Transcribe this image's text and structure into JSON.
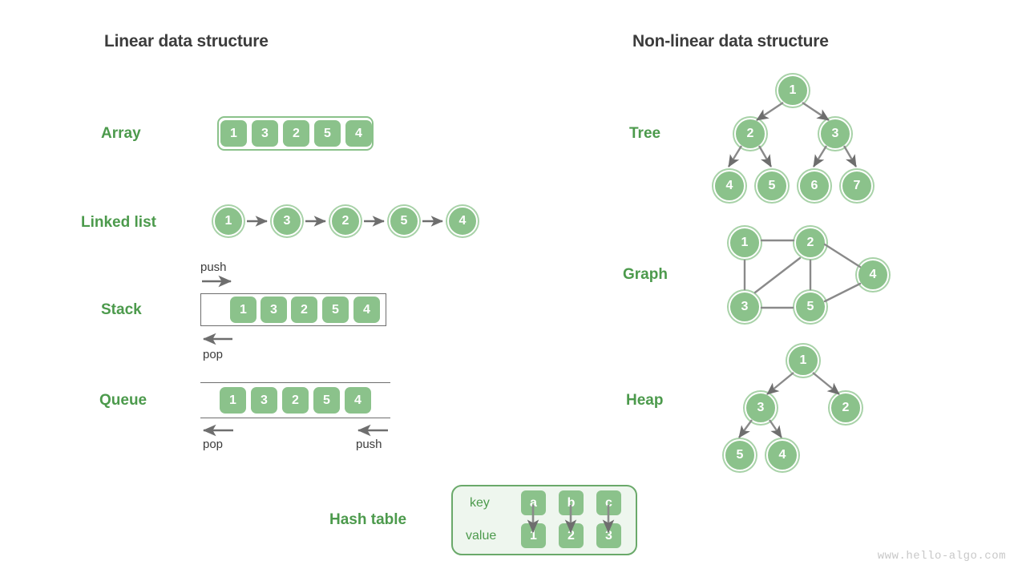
{
  "titles": {
    "linear": "Linear data structure",
    "nonlinear": "Non-linear data structure"
  },
  "colors": {
    "node_fill": "#8bc28b",
    "node_ring": "#a8d2a8",
    "label_green": "#4c9a4c",
    "panel_bg": "#eef6ee",
    "panel_border": "#6aa96a",
    "arrow_gray": "#6e6e6e",
    "title_dark": "#3c3c3c",
    "watermark_gray": "#c8c8c8"
  },
  "linear": {
    "array": {
      "label": "Array",
      "values": [
        "1",
        "3",
        "2",
        "5",
        "4"
      ]
    },
    "linked_list": {
      "label": "Linked list",
      "values": [
        "1",
        "3",
        "2",
        "5",
        "4"
      ]
    },
    "stack": {
      "label": "Stack",
      "values": [
        "1",
        "3",
        "2",
        "5",
        "4"
      ],
      "push_label": "push",
      "pop_label": "pop"
    },
    "queue": {
      "label": "Queue",
      "values": [
        "1",
        "3",
        "2",
        "5",
        "4"
      ],
      "pop_label": "pop",
      "push_label": "push"
    },
    "hash_table": {
      "label": "Hash table",
      "key_label": "key",
      "value_label": "value",
      "keys": [
        "a",
        "b",
        "c"
      ],
      "values": [
        "1",
        "2",
        "3"
      ]
    }
  },
  "nonlinear": {
    "tree": {
      "label": "Tree",
      "nodes": [
        "1",
        "2",
        "3",
        "4",
        "5",
        "6",
        "7"
      ]
    },
    "graph": {
      "label": "Graph",
      "nodes": [
        "1",
        "2",
        "3",
        "4",
        "5"
      ]
    },
    "heap": {
      "label": "Heap",
      "nodes": [
        "1",
        "3",
        "2",
        "5",
        "4"
      ]
    }
  },
  "watermark": "www.hello-algo.com"
}
